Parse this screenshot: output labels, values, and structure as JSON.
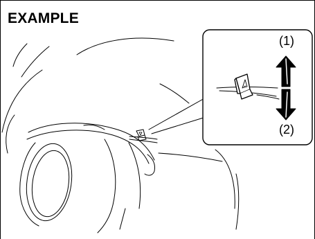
{
  "figure": {
    "title": "EXAMPLE",
    "callout": {
      "label_up": "(1)",
      "label_down": "(2)"
    },
    "icons": {
      "hazard_switch": "hazard-switch-icon",
      "arrow_up": "arrow-up-icon",
      "arrow_down": "arrow-down-icon"
    },
    "colors": {
      "stroke": "#000000",
      "background": "#ffffff"
    }
  }
}
